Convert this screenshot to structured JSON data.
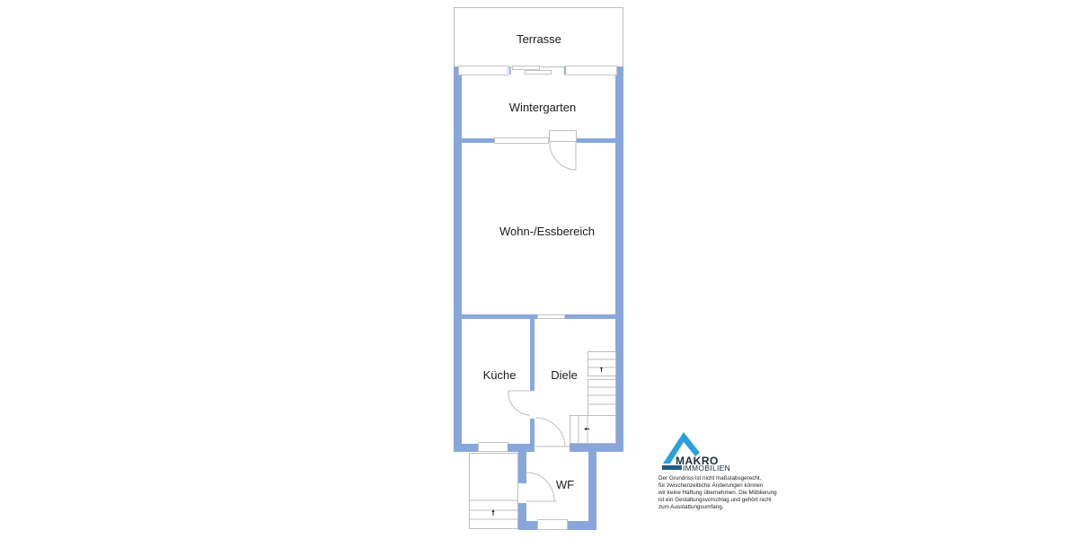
{
  "floorplan": {
    "rooms": [
      {
        "id": "terrasse",
        "label": "Terrasse"
      },
      {
        "id": "wintergarten",
        "label": "Wintergarten"
      },
      {
        "id": "wohn-essbereich",
        "label": "Wohn-/Essbereich"
      },
      {
        "id": "kueche",
        "label": "Küche"
      },
      {
        "id": "diele",
        "label": "Diele"
      },
      {
        "id": "wf",
        "label": "WF"
      }
    ],
    "colors": {
      "wall": "#87a7dc",
      "outline": "#bdbdbd",
      "text": "#1a1a1a"
    }
  },
  "logo": {
    "brand_top": "MAKRO",
    "brand_bottom": "IMMOBILIEN",
    "colors": {
      "triangle": "#2aa0dc",
      "bar": "#1f5c8a",
      "text": "#1b2a3a"
    }
  },
  "disclaimer": {
    "lines": [
      "Der Grundriss ist nicht maßstabsgerecht,",
      "für zwischenzeitliche Änderungen können",
      "wir keine Haftung übernehmen. Die Möblierung",
      "ist ein Gestaltungsvorschlag und gehört nicht",
      "zum Ausstattungsumfang."
    ]
  }
}
